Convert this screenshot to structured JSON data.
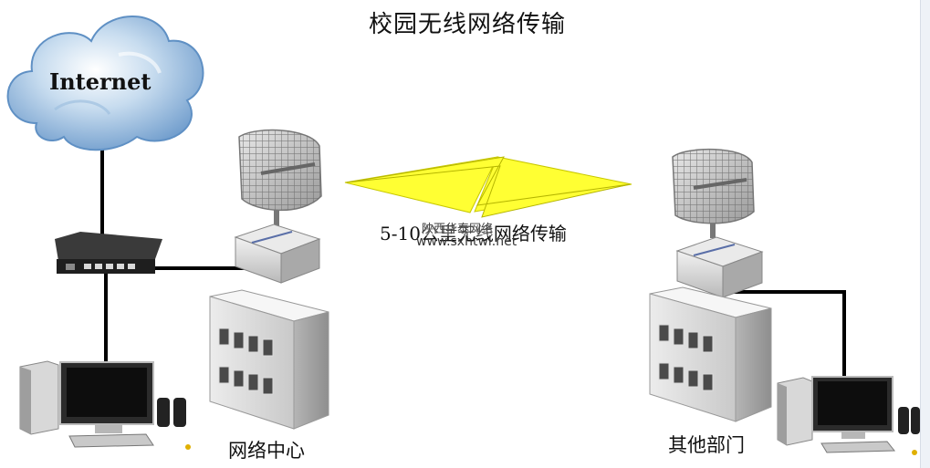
{
  "diagram": {
    "title": "校园无线网络传输",
    "internet_label": "Internet",
    "link_label": "5-10公里无线网络传输",
    "watermark_cn": "陕西华泰网络",
    "watermark_url": "www.sxhtwl.net",
    "left_site_label": "网络中心",
    "right_site_label": "其他部门"
  },
  "colors": {
    "cloud": "#8fb8dd",
    "cloud_dark": "#5f90c4",
    "bolt": "#ffff33",
    "cable": "#000000",
    "building": "#d9d9d9"
  }
}
